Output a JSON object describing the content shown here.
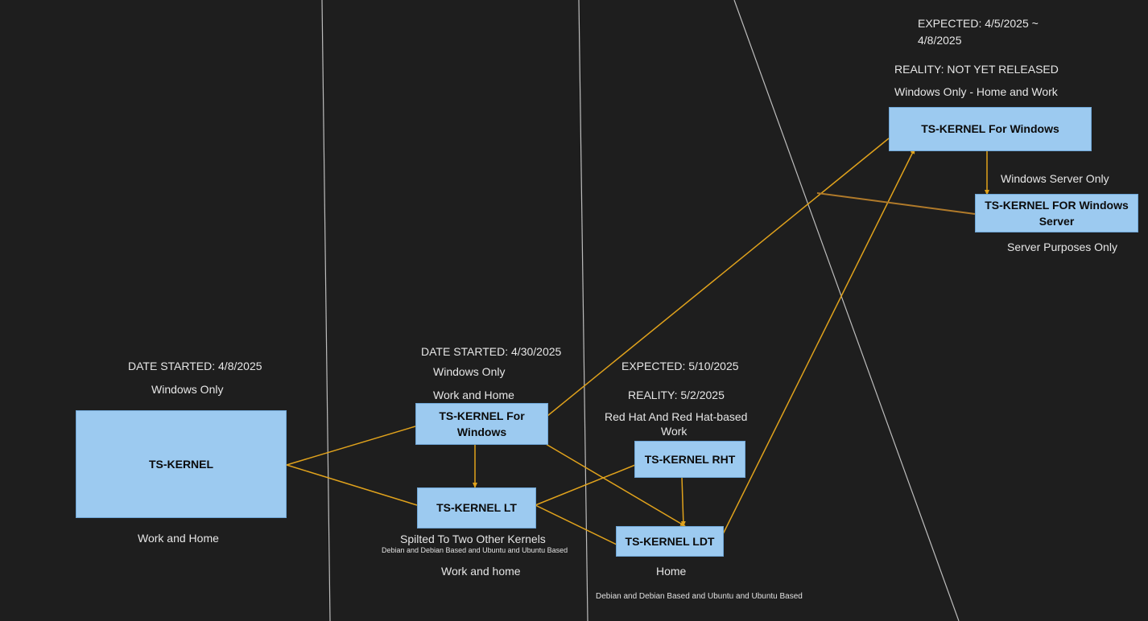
{
  "boxes": {
    "ts_kernel": "TS-KERNEL",
    "ts_kernel_for_windows_mid": "TS-KERNEL For Windows",
    "ts_kernel_lt": "TS-KERNEL LT",
    "ts_kernel_rht": "TS-KERNEL RHT",
    "ts_kernel_ldt": "TS-KERNEL LDT",
    "ts_kernel_for_windows_top": "TS-KERNEL For Windows",
    "ts_kernel_for_windows_server": "TS-KERNEL FOR Windows Server"
  },
  "labels": {
    "tsk_date_started": "DATE STARTED: 4/8/2025",
    "tsk_windows_only": "Windows Only",
    "tsk_work_and_home": "Work and Home",
    "mid_date_started": "DATE STARTED: 4/30/2025",
    "mid_windows_only": "Windows Only",
    "mid_work_and_home": "Work and Home",
    "lt_split": "Spilted To Two Other Kernels",
    "lt_debian_ubuntu": "Debian and Debian Based and Ubuntu and Ubuntu Based",
    "lt_work_and_home": "Work and home",
    "rht_expected": "EXPECTED: 5/10/2025",
    "rht_reality": "REALITY: 5/2/2025",
    "rht_red_hat": "Red Hat And Red Hat-based",
    "rht_work": "Work",
    "ldt_home": "Home",
    "ldt_debian_ubuntu": "Debian and Debian Based and Ubuntu and Ubuntu Based",
    "win_expected_line1": "EXPECTED: 4/5/2025 ~",
    "win_expected_line2": "4/8/2025",
    "win_reality": "REALITY:  NOT YET RELEASED",
    "win_home_work": "Windows Only - Home and Work",
    "server_windows_server_only": "Windows Server Only",
    "server_purposes_only": "Server Purposes Only"
  },
  "colors": {
    "background": "#1e1e1e",
    "box_fill": "#9ccaf0",
    "connector": "#e0a21c",
    "divider": "#bdbdbd"
  }
}
